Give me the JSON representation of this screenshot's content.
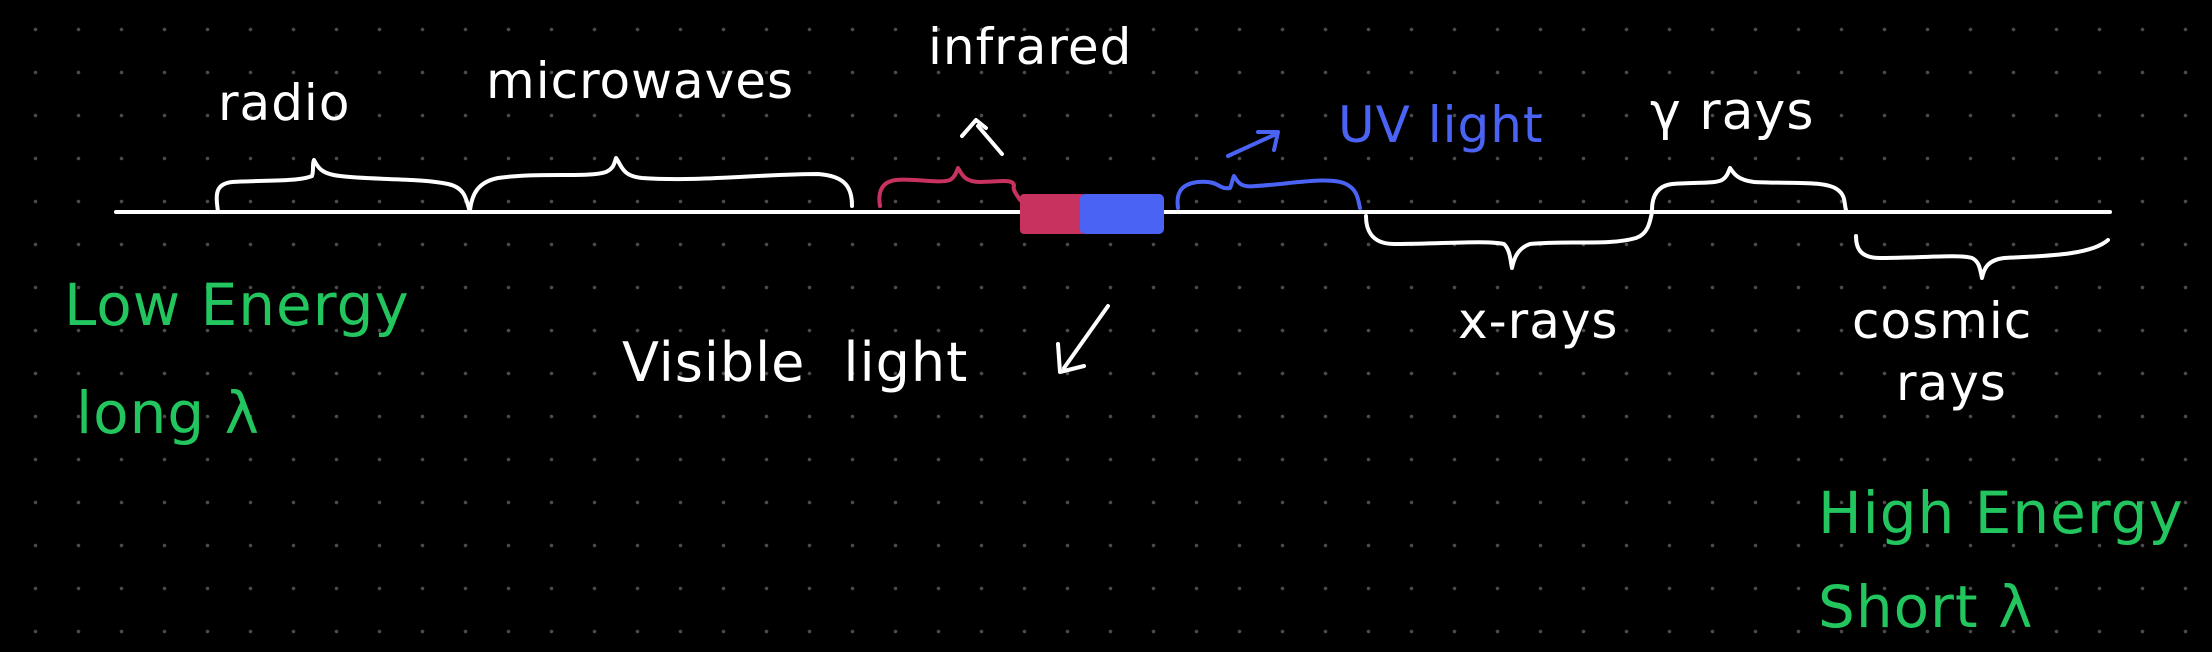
{
  "colors": {
    "background": "#000000",
    "ink_white": "#ffffff",
    "ink_green": "#22c55e",
    "ink_blue": "#4a63f5",
    "ink_pink": "#c8325f",
    "grid_dot": "#4a4a4a"
  },
  "labels": {
    "radio": "radio",
    "microwaves": "microwaves",
    "infrared": "infrared",
    "uv_light": "UV light",
    "gamma_rays": "γ rays",
    "visible_light": "Visible light",
    "x_rays": "x-rays",
    "cosmic_rays_line1": "cosmic",
    "cosmic_rays_line2": "rays",
    "low_energy": "Low Energy",
    "long_lambda": "long λ",
    "high_energy": "High Energy",
    "short_lambda": "Short λ"
  },
  "icons": {
    "infrared_arrow": "arrow-up-right-icon",
    "uv_arrow": "arrow-up-right-icon",
    "visible_arrow": "arrow-down-left-icon"
  }
}
